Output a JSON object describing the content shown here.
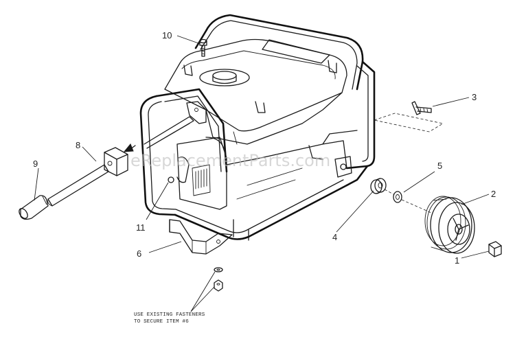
{
  "watermark": "eReplacementParts.com",
  "callouts": [
    {
      "id": "1",
      "label": "1"
    },
    {
      "id": "2",
      "label": "2"
    },
    {
      "id": "3",
      "label": "3"
    },
    {
      "id": "4",
      "label": "4"
    },
    {
      "id": "5",
      "label": "5"
    },
    {
      "id": "6",
      "label": "6"
    },
    {
      "id": "8",
      "label": "8"
    },
    {
      "id": "9",
      "label": "9"
    },
    {
      "id": "10",
      "label": "10"
    },
    {
      "id": "11",
      "label": "11"
    }
  ],
  "note": {
    "line1": "USE EXISTING FASTENERS",
    "line2": "TO SECURE ITEM #6"
  },
  "colors": {
    "ink": "#1a1a1a",
    "paper": "#ffffff",
    "watermark": "#bdbdbd"
  }
}
